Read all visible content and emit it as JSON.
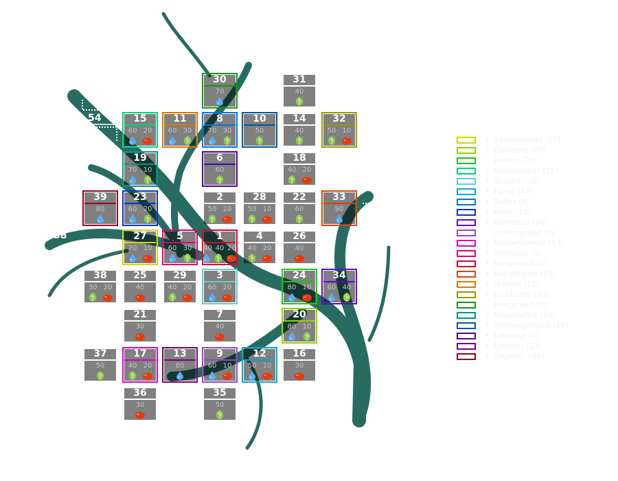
{
  "road_labels": [
    "54",
    "58"
  ],
  "tiles": [
    {
      "id": "30",
      "values": [
        "70"
      ],
      "icons": [
        "water"
      ],
      "border": "#119911"
    },
    {
      "id": "31",
      "values": [
        "40"
      ],
      "icons": [
        "lettuce"
      ],
      "border": null
    },
    {
      "id": "15",
      "values": [
        "60",
        "20"
      ],
      "icons": [
        "water",
        "tomato"
      ],
      "border": "#00d47a"
    },
    {
      "id": "11",
      "values": [
        "60",
        "30"
      ],
      "icons": [
        "water",
        "lettuce"
      ],
      "border": "#dd7700"
    },
    {
      "id": "8",
      "values": [
        "70",
        "30"
      ],
      "icons": [
        "water",
        "lettuce"
      ],
      "border": "#0077d8"
    },
    {
      "id": "10",
      "values": [
        "50"
      ],
      "icons": [
        "lettuce"
      ],
      "border": "#005599"
    },
    {
      "id": "14",
      "values": [
        "40"
      ],
      "icons": [
        "lettuce"
      ],
      "border": null
    },
    {
      "id": "32",
      "values": [
        "50",
        "10"
      ],
      "icons": [
        "lettuce",
        "tomato"
      ],
      "border": "#999900"
    },
    {
      "id": "19",
      "values": [
        "70",
        "10"
      ],
      "icons": [
        "water",
        "lettuce"
      ],
      "border": "#009980"
    },
    {
      "id": "6",
      "values": [
        "60"
      ],
      "icons": [
        "lettuce"
      ],
      "border": "#550099"
    },
    {
      "id": "18",
      "values": [
        "40",
        "20"
      ],
      "icons": [
        "lettuce",
        "tomato"
      ],
      "border": null
    },
    {
      "id": "39",
      "values": [
        "80"
      ],
      "icons": [
        "water"
      ],
      "border": "#990022"
    },
    {
      "id": "23",
      "values": [
        "60",
        "20"
      ],
      "icons": [
        "water",
        "lettuce"
      ],
      "border": "#0033cc"
    },
    {
      "id": "2",
      "values": [
        "50",
        "20"
      ],
      "icons": [
        "lettuce",
        "tomato"
      ],
      "border": null
    },
    {
      "id": "28",
      "values": [
        "50",
        "10"
      ],
      "icons": [
        "lettuce",
        "tomato"
      ],
      "border": null
    },
    {
      "id": "22",
      "values": [
        "60"
      ],
      "icons": [
        "lettuce"
      ],
      "border": null
    },
    {
      "id": "33",
      "values": [
        "90"
      ],
      "icons": [
        "water"
      ],
      "border": "#dd4400"
    },
    {
      "id": "27",
      "values": [
        "70",
        "10"
      ],
      "icons": [
        "water",
        "tomato"
      ],
      "border": "#d4d400"
    },
    {
      "id": "5",
      "values": [
        "60",
        "30"
      ],
      "icons": [
        "water",
        "lettuce"
      ],
      "border": "#dd0077"
    },
    {
      "id": "1",
      "values": [
        "40",
        "40",
        "20"
      ],
      "icons": [
        "water",
        "lettuce",
        "tomato"
      ],
      "border": "#dd0033"
    },
    {
      "id": "4",
      "values": [
        "40",
        "20"
      ],
      "icons": [
        "lettuce",
        "tomato"
      ],
      "border": null
    },
    {
      "id": "26",
      "values": [
        "40"
      ],
      "icons": [
        "tomato"
      ],
      "border": null
    },
    {
      "id": "38",
      "values": [
        "30",
        "20"
      ],
      "icons": [
        "lettuce",
        "tomato"
      ],
      "border": null
    },
    {
      "id": "25",
      "values": [
        "40"
      ],
      "icons": [
        "tomato"
      ],
      "border": null
    },
    {
      "id": "29",
      "values": [
        "40",
        "20"
      ],
      "icons": [
        "lettuce",
        "tomato"
      ],
      "border": null
    },
    {
      "id": "3",
      "values": [
        "60",
        "20"
      ],
      "icons": [
        "water",
        "tomato"
      ],
      "border": "#66cccc"
    },
    {
      "id": "24",
      "values": [
        "80",
        "10"
      ],
      "icons": [
        "water",
        "tomato"
      ],
      "border": "#11cc11"
    },
    {
      "id": "34",
      "values": [
        "60",
        "40"
      ],
      "icons": [
        "water",
        "lettuce"
      ],
      "border": "#6600d8"
    },
    {
      "id": "21",
      "values": [
        "30"
      ],
      "icons": [
        "tomato"
      ],
      "border": null
    },
    {
      "id": "7",
      "values": [
        "40"
      ],
      "icons": [
        "tomato"
      ],
      "border": null
    },
    {
      "id": "20",
      "values": [
        "80",
        "10"
      ],
      "icons": [
        "water",
        "lettuce"
      ],
      "border": "#8fd400"
    },
    {
      "id": "37",
      "values": [
        "50"
      ],
      "icons": [
        "lettuce"
      ],
      "border": null
    },
    {
      "id": "17",
      "values": [
        "40",
        "20"
      ],
      "icons": [
        "lettuce",
        "tomato"
      ],
      "border": "#dd00cc"
    },
    {
      "id": "13",
      "values": [
        "80"
      ],
      "icons": [
        "water"
      ],
      "border": "#770077"
    },
    {
      "id": "9",
      "values": [
        "60",
        "10"
      ],
      "icons": [
        "water",
        "tomato"
      ],
      "border": "#9944cc"
    },
    {
      "id": "12",
      "values": [
        "50",
        "10"
      ],
      "icons": [
        "water",
        "tomato"
      ],
      "border": "#00a8d8"
    },
    {
      "id": "16",
      "values": [
        "30"
      ],
      "icons": [
        "tomato"
      ],
      "border": null
    },
    {
      "id": "36",
      "values": [
        "30"
      ],
      "icons": [
        "tomato"
      ],
      "border": null
    },
    {
      "id": "35",
      "values": [
        "50"
      ],
      "icons": [
        "lettuce"
      ],
      "border": null
    }
  ],
  "legend": [
    {
      "color": "#d4d400",
      "label": "Baudinweide (27)"
    },
    {
      "color": "#8fd400",
      "label": "Eiklaeme (20)"
    },
    {
      "color": "#11cc11",
      "label": "Radius (24)"
    },
    {
      "color": "#00d47a",
      "label": "Hochbergstr (15)"
    },
    {
      "color": "#66cccc",
      "label": "Buschan (3)"
    },
    {
      "color": "#00a8d8",
      "label": "Pume (12)"
    },
    {
      "color": "#0077d8",
      "label": "Seltar (8)"
    },
    {
      "color": "#0033cc",
      "label": "Haldi (23)"
    },
    {
      "color": "#6600d8",
      "label": "Andreeze (34)"
    },
    {
      "color": "#9944cc",
      "label": "Grafengrabe (9)"
    },
    {
      "color": "#dd00cc",
      "label": "Fennersberstr (17)"
    },
    {
      "color": "#dd0077",
      "label": "Dorfplatz (5)"
    },
    {
      "color": "#dd0033",
      "label": "Lengmund (1)"
    },
    {
      "color": "#dd4400",
      "label": "Aobeltherm (33)"
    },
    {
      "color": "#dd7700",
      "label": "Marnoz (11)"
    },
    {
      "color": "#999900",
      "label": "Leutkamp (32)"
    },
    {
      "color": "#119911",
      "label": "Hongs ee (30)"
    },
    {
      "color": "#009980",
      "label": "Fasanenflur (19)"
    },
    {
      "color": "#005599",
      "label": "Tornbergstrabe (10)"
    },
    {
      "color": "#550099",
      "label": "Laurwitz (6)"
    },
    {
      "color": "#770077",
      "label": "Lindeau (13)"
    },
    {
      "color": "#990022",
      "label": "Orgenau (39)"
    }
  ]
}
